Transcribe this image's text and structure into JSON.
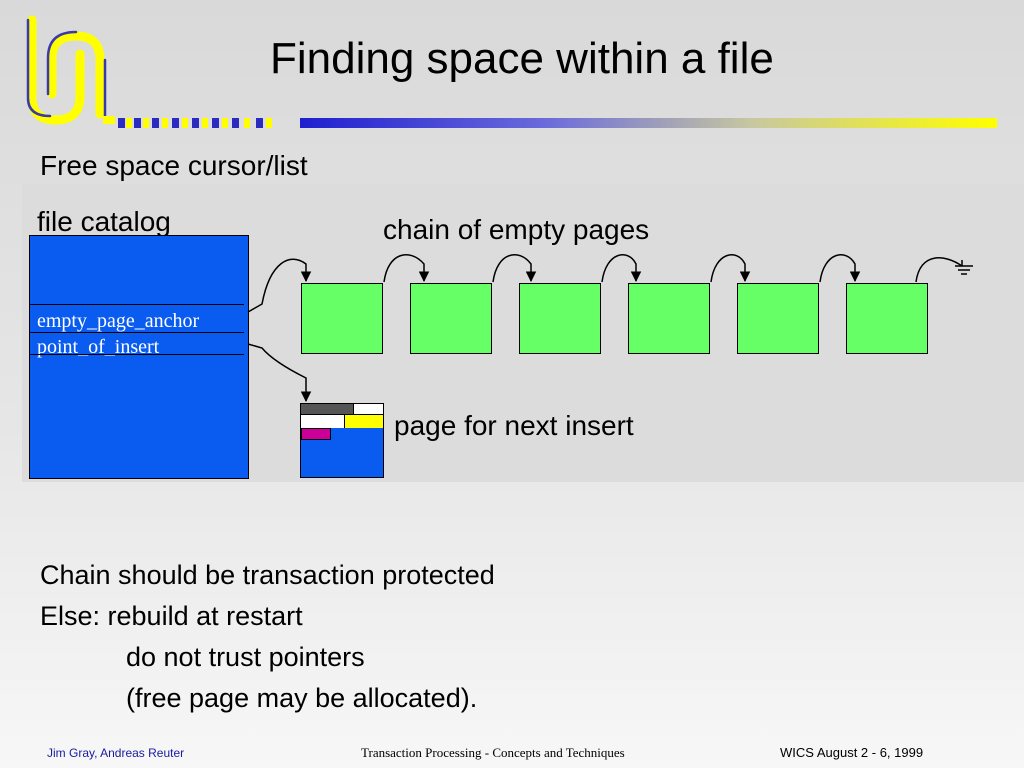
{
  "title": "Finding space within a file",
  "subtitle": "Free space cursor/list",
  "diagram": {
    "catalog_label": "file catalog",
    "catalog_fields": [
      "empty_page_anchor",
      "point_of_insert"
    ],
    "chain_label": "chain of empty pages",
    "empty_page_count": 6,
    "insert_page_label": "page for next insert"
  },
  "bullets": {
    "line1": "Chain should be transaction protected",
    "line2": "Else: rebuild at restart",
    "line3": "do not trust pointers",
    "line4": "(free page may be allocated)."
  },
  "footer": {
    "authors": "Jim Gray, Andreas Reuter",
    "course": "Transaction Processing - Concepts and Techniques",
    "event": "WICS August 2 - 6, 1999"
  },
  "colors": {
    "catalog_blue": "#0a5cf0",
    "page_green": "#66ff66",
    "title_bar_start": "#1f1fd0",
    "title_bar_end": "#ffff00",
    "logo_yellow": "#ffff00",
    "logo_blue": "#3a3aa8",
    "record_magenta": "#cc0099",
    "record_yellow": "#ffff00",
    "record_dark": "#555555"
  }
}
